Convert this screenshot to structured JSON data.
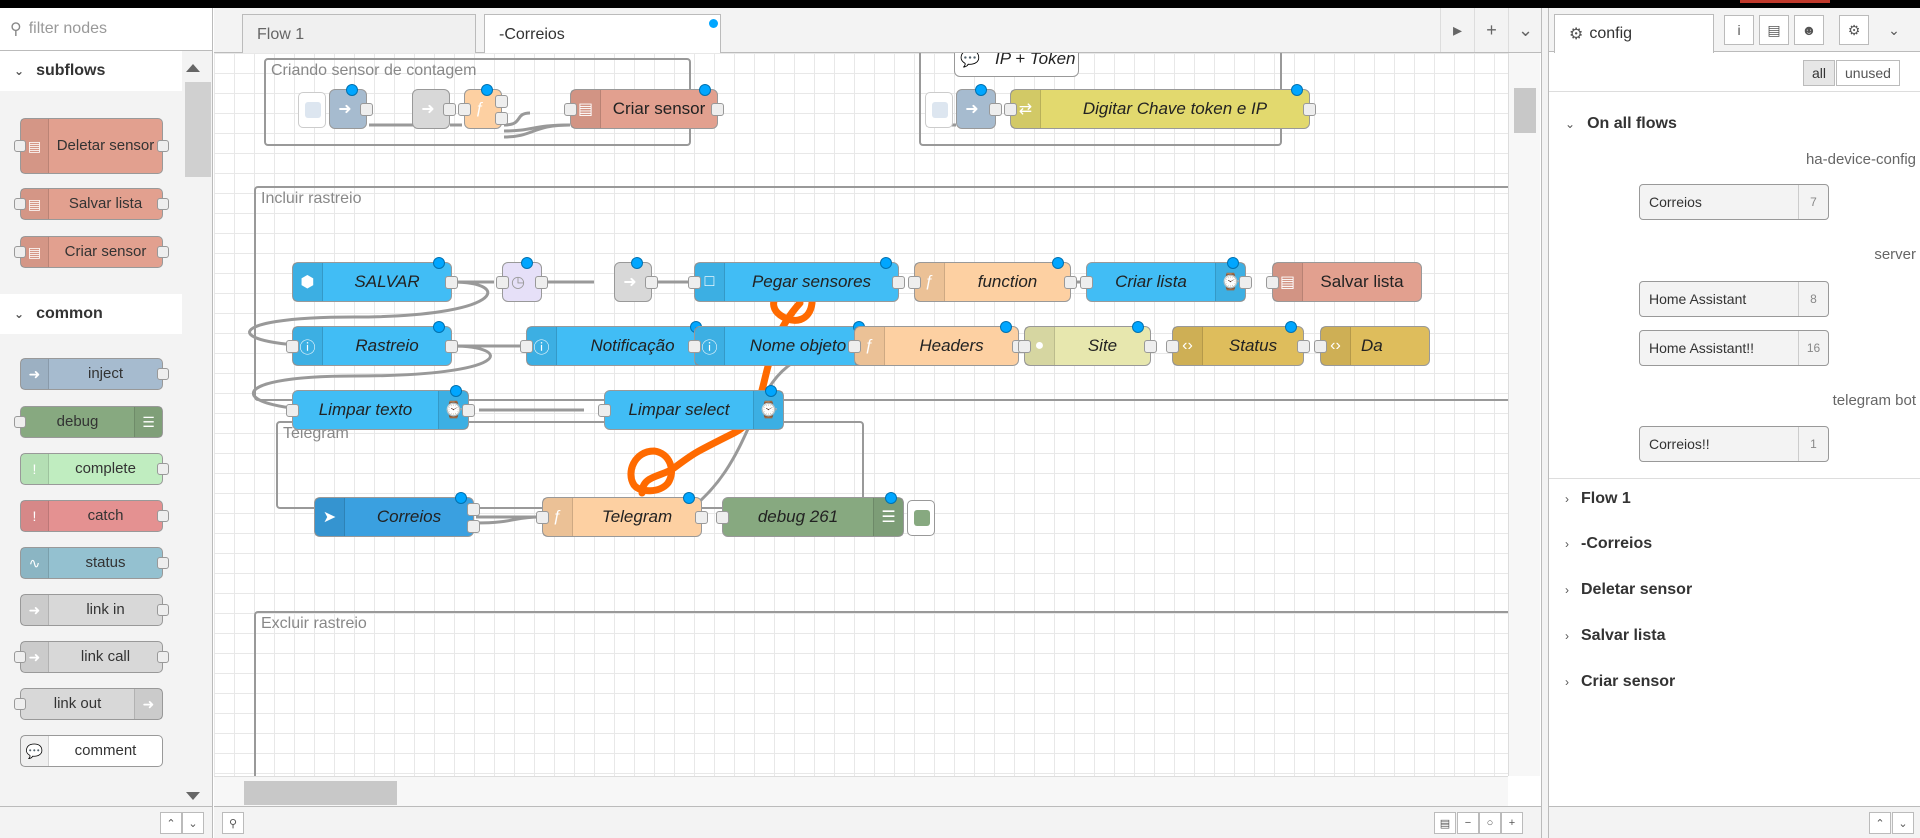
{
  "palette": {
    "filter_placeholder": "filter nodes",
    "categories": [
      {
        "label": "subflows",
        "nodes": [
          "Deletar sensor",
          "Salvar lista",
          "Criar sensor"
        ]
      },
      {
        "label": "common",
        "nodes": [
          "inject",
          "debug",
          "complete",
          "catch",
          "status",
          "link in",
          "link call",
          "link out",
          "comment"
        ]
      }
    ]
  },
  "workspace": {
    "tabs": [
      "Flow 1",
      "-Correios"
    ],
    "groups": [
      "Criando sensor de contagem",
      "Incluir rastreio",
      "Telegram",
      "Excluir rastreio"
    ],
    "nodes": {
      "criar_sensor": "Criar sensor",
      "ip_token": "IP + Token",
      "digitar_chave": "Digitar Chave token e IP",
      "salvar": "SALVAR",
      "pegar_sensores": "Pegar sensores",
      "function": "function",
      "criar_lista": "Criar lista",
      "salvar_lista": "Salvar lista",
      "rastreio": "Rastreio",
      "notificacao": "Notificação",
      "nome_objeto": "Nome objeto",
      "headers": "Headers",
      "site": "Site",
      "status": "Status",
      "da": "Da",
      "limpar_texto": "Limpar texto",
      "limpar_select": "Limpar select",
      "correios": "Correios",
      "telegram": "Telegram",
      "debug261": "debug 261"
    }
  },
  "sidebar": {
    "tab_label": "config",
    "filter_all": "all",
    "filter_unused": "unused",
    "on_all_flows": "On all flows",
    "types": [
      {
        "type": "ha-device-config",
        "nodes": [
          {
            "name": "Correios",
            "count": "7"
          }
        ]
      },
      {
        "type": "server",
        "nodes": [
          {
            "name": "Home Assistant",
            "count": "8"
          },
          {
            "name": "Home Assistant!!",
            "count": "16"
          }
        ]
      },
      {
        "type": "telegram bot",
        "nodes": [
          {
            "name": "Correios!!",
            "count": "1"
          }
        ]
      }
    ],
    "sections": [
      "Flow 1",
      "-Correios",
      "Deletar sensor",
      "Salvar lista",
      "Criar sensor"
    ]
  },
  "colors": {
    "annotation": "#ff6a00",
    "status_dot": "#00a6ff",
    "ha_blue": "#41bdf5",
    "function_orange": "#fdd0a2",
    "subflow_salmon": "#e2a08f"
  }
}
